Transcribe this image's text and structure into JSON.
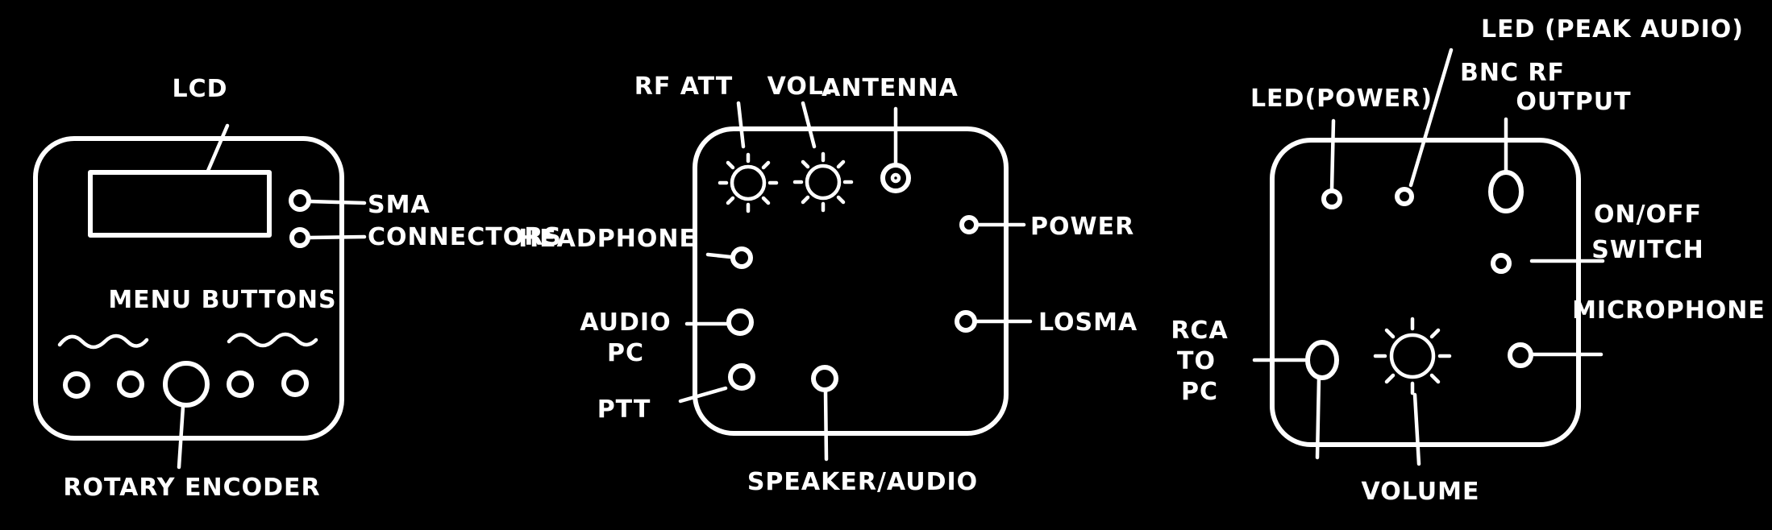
{
  "panel_1": {
    "lcd": "LCD",
    "sma": "SMA",
    "connectors": "CONNECTORS",
    "menu_buttons": "MENU BUTTONS",
    "rotary_encoder": "ROTARY ENCODER"
  },
  "panel_2": {
    "rf_att": "RF ATT",
    "vol": "VOL.",
    "antenna": "ANTENNA",
    "headphone": "HEADPHONE",
    "power": "POWER",
    "audio": "AUDIO",
    "pc": "PC",
    "losma": "LOSMA",
    "ptt": "PTT",
    "speaker_audio": "SPEAKER/AUDIO"
  },
  "panel_3": {
    "led_peak_audio": "LED (PEAK AUDIO)",
    "led_power": "LED(POWER)",
    "bnc_rf": "BNC RF",
    "output": "OUTPUT",
    "on_off": "ON/OFF",
    "switch": "SWITCH",
    "microphone": "MICROPHONE",
    "rca": "RCA",
    "to": "TO",
    "pc": "PC",
    "volume": "VOLUME"
  }
}
